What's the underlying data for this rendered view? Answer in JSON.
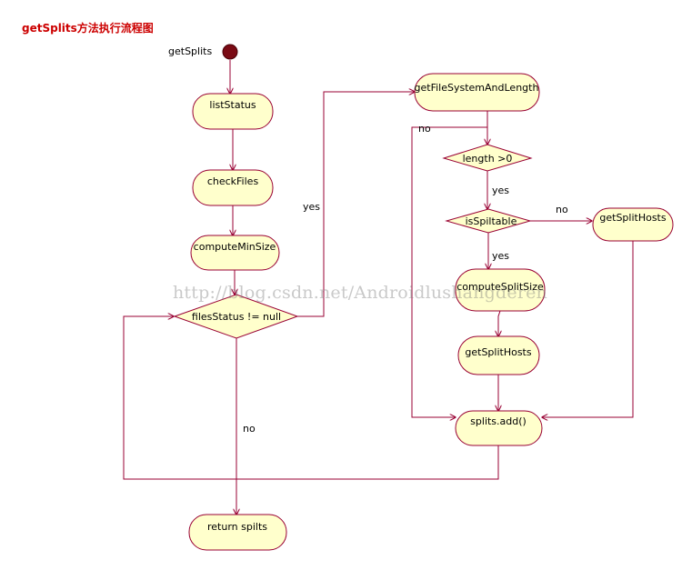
{
  "title": "getSplits方法执行流程图",
  "watermark": "http://blog.csdn.net/Androidlushangderen",
  "colors": {
    "node_fill": "#ffffcc",
    "node_stroke": "#990033",
    "line": "#990033",
    "start": "#7a0a14",
    "title": "#cc0000"
  },
  "nodes": {
    "start_label": "getSplits",
    "list_status": "listStatus",
    "check_files": "checkFiles",
    "compute_min_size": "computeMinSize",
    "files_status_decision": "filesStatus != null",
    "return_splits": "return spilts",
    "get_fs_and_length": "getFileSystemAndLength",
    "length_decision": "length >0",
    "splittable_decision": "isSpiltable",
    "compute_split_size": "computeSplitSize",
    "get_split_hosts_1": "getSplitHosts",
    "get_split_hosts_2": "getSplitHosts",
    "splits_add": "splits.add()"
  },
  "edges": {
    "yes_files": "yes",
    "no_files": "no",
    "no_length": "no",
    "yes_length": "yes",
    "no_splittable": "no",
    "yes_splittable": "yes"
  }
}
